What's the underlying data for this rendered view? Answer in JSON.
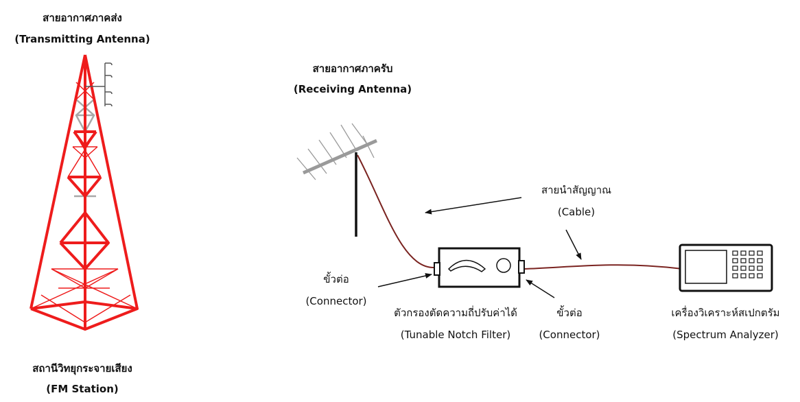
{
  "tx_antenna": {
    "thai": "สายอากาศภาคส่ง",
    "english": "(Transmitting Antenna)"
  },
  "fm_station": {
    "thai": "สถานีวิทยุกระจายเสียง",
    "english": "(FM Station)"
  },
  "rx_antenna": {
    "thai": "สายอากาศภาครับ",
    "english": "(Receiving Antenna)"
  },
  "cable": {
    "thai": "สายนำสัญญาณ",
    "english": "(Cable)"
  },
  "connector_left": {
    "thai": "ขั้วต่อ",
    "english": "(Connector)"
  },
  "connector_right": {
    "thai": "ขั้วต่อ",
    "english": "(Connector)"
  },
  "notch_filter": {
    "thai": "ตัวกรองตัดความถี่ปรับค่าได้",
    "english": "(Tunable Notch Filter)"
  },
  "spectrum_analyzer": {
    "thai": "เครื่องวิเคราะห์สเปกตรัม",
    "english": "(Spectrum Analyzer)"
  },
  "colors": {
    "tower": "#ee1c1c",
    "tower_inner": "#a8a8a8",
    "cable": "#7a2320",
    "line": "#111111"
  }
}
